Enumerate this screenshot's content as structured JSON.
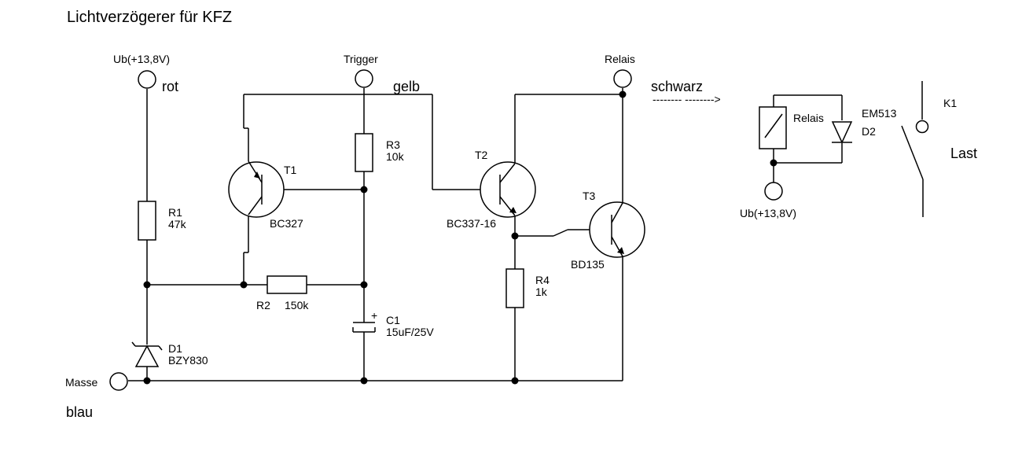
{
  "title": "Lichtverzögerer für KFZ",
  "terminals": {
    "ub": "Ub(+13,8V)",
    "ub_color": "rot",
    "trigger": "Trigger",
    "trigger_color": "gelb",
    "relais": "Relais",
    "relais_color": "schwarz",
    "masse": "Masse",
    "masse_color": "blau",
    "relay_ub": "Ub(+13,8V)"
  },
  "components": {
    "r1": {
      "ref": "R1",
      "value": "47k"
    },
    "r2": {
      "ref": "R2",
      "value": "150k"
    },
    "r3": {
      "ref": "R3",
      "value": "10k"
    },
    "r4": {
      "ref": "R4",
      "value": "1k"
    },
    "c1": {
      "ref": "C1",
      "value": "15uF/25V",
      "polarity": "+"
    },
    "d1": {
      "ref": "D1",
      "value": "BZY830"
    },
    "t1": {
      "ref": "T1",
      "value": "BC327"
    },
    "t2": {
      "ref": "T2",
      "value": "BC337-16"
    },
    "t3": {
      "ref": "T3",
      "value": "BD135"
    },
    "relay": {
      "label": "Relais"
    },
    "d2": {
      "ref": "D2",
      "value": "EM513"
    },
    "k1": {
      "ref": "K1",
      "load": "Last"
    }
  },
  "arrow_text": "-------- -------->"
}
